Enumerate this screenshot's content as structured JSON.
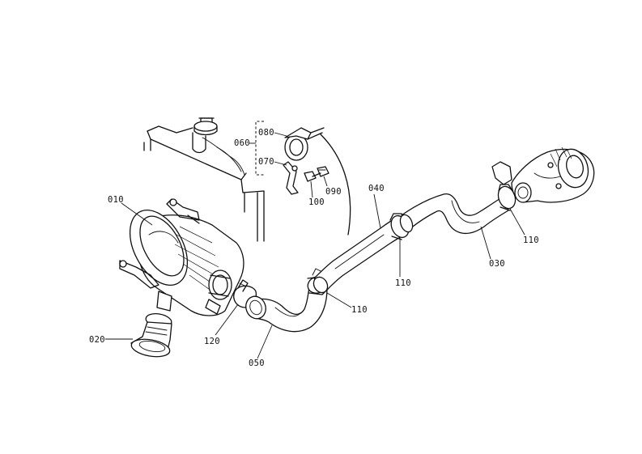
{
  "parts": {
    "air_cleaner": "010",
    "hose_intake": "020",
    "hose_turbo": "030",
    "pipe_middle": "040",
    "hose_cleaner": "050",
    "bracket_group": "060",
    "stay": "070",
    "band": "080",
    "nut": "090",
    "bolt": "100",
    "clamp_a": "110",
    "clamp_b": "110",
    "clamp_c": "110",
    "clamp_cleaner": "120"
  }
}
